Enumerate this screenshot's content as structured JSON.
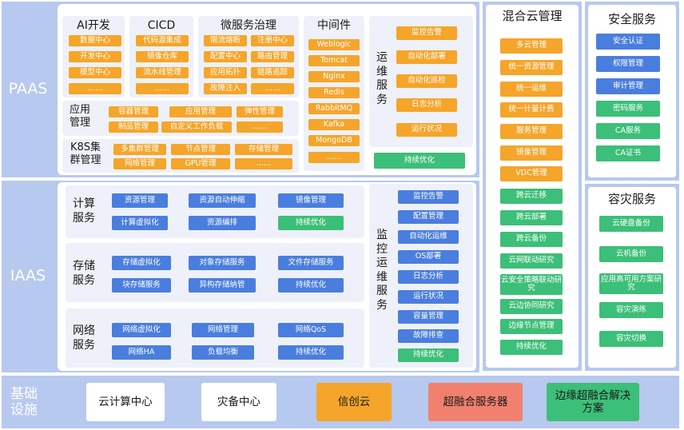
{
  "layers": {
    "paas": "PAAS",
    "iaas": "IAAS",
    "base": "基础设施"
  },
  "paas": {
    "ai": {
      "title": "AI开发",
      "items": [
        "数据中心",
        "开发中心",
        "模型中心",
        "……"
      ]
    },
    "cicd": {
      "title": "CICD",
      "items": [
        "代码源集成",
        "镜像仓库",
        "流水线管理",
        "……"
      ]
    },
    "micro": {
      "title": "微服务治理",
      "items": [
        "限流熔断",
        "注册中心",
        "配置中心",
        "路由管理",
        "应用拓扑",
        "链路追踪",
        "故障注入",
        "……"
      ]
    },
    "middleware": {
      "title": "中间件",
      "items": [
        "Weblogic",
        "Tomcat",
        "Nginx",
        "Redis",
        "RabbitMQ",
        "Kafka",
        "MongoDB",
        "……"
      ]
    },
    "app": {
      "title": "应用管理",
      "items": [
        "容器管理",
        "应用管理",
        "弹性管理",
        "制品管理",
        "自定义工作负载",
        "……"
      ]
    },
    "k8s": {
      "title": "K8S集群管理",
      "items": [
        "多集群管理",
        "节点管理",
        "存储管理",
        "网络管理",
        "GPU管理",
        "……"
      ]
    },
    "ops": {
      "title": "运维服务",
      "items": [
        "监控告警",
        "自动化部署",
        "自动化巡检",
        "日志分析",
        "运行状况"
      ],
      "optimize": "持续优化"
    }
  },
  "iaas": {
    "compute": {
      "title": "计算服务",
      "items": [
        "资源管理",
        "资源自动伸缩",
        "镜像管理",
        "计算虚拟化",
        "资源编排"
      ],
      "optimize": "持续优化"
    },
    "storage": {
      "title": "存储服务",
      "items": [
        "存储虚拟化",
        "对象存储服务",
        "文件存储服务",
        "块存储服务",
        "异构存储纳管"
      ],
      "optimize": "持续优化"
    },
    "network": {
      "title": "网络服务",
      "items": [
        "网络虚拟化",
        "网络管理",
        "网络QoS",
        "网络HA",
        "负载均衡"
      ],
      "optimize": "持续优化"
    },
    "monitor": {
      "title": "监控运维服务",
      "items": [
        "监控告警",
        "配置管理",
        "自动化运维",
        "OS部署",
        "日志分析",
        "运行状况",
        "容量管理",
        "故障排查"
      ],
      "optimize": "持续优化"
    }
  },
  "hybrid": {
    "title": "混合云管理",
    "orange": [
      "多云管理",
      "统一资源管理",
      "统一运维",
      "统一计量计费",
      "服务管理",
      "镜像管理",
      "VDC管理"
    ],
    "green": [
      "跨云迁移",
      "跨云部署",
      "跨云备份",
      "云网联动研究",
      "云安全策略联动研究",
      "云边协同研究",
      "边缘节点管理",
      "持续优化"
    ]
  },
  "security": {
    "title": "安全服务",
    "blue": [
      "安全认证",
      "权限管理",
      "审计管理"
    ],
    "green": [
      "密码服务",
      "CA服务",
      "CA证书"
    ]
  },
  "dr": {
    "title": "容灾服务",
    "items": [
      "云硬盘备份",
      "云机备份",
      "应用高可用方案研究",
      "容灾演练",
      "容灾切换"
    ]
  },
  "base": {
    "items": [
      "云计算中心",
      "灾备中心",
      "信创云",
      "超融合服务器",
      "边缘超融合解决方案"
    ]
  },
  "colors": {
    "band": "#b7c9ee",
    "orange": "#f5a52a",
    "blue": "#4a7ede",
    "green": "#3cbf78",
    "salmon": "#f2806e"
  }
}
